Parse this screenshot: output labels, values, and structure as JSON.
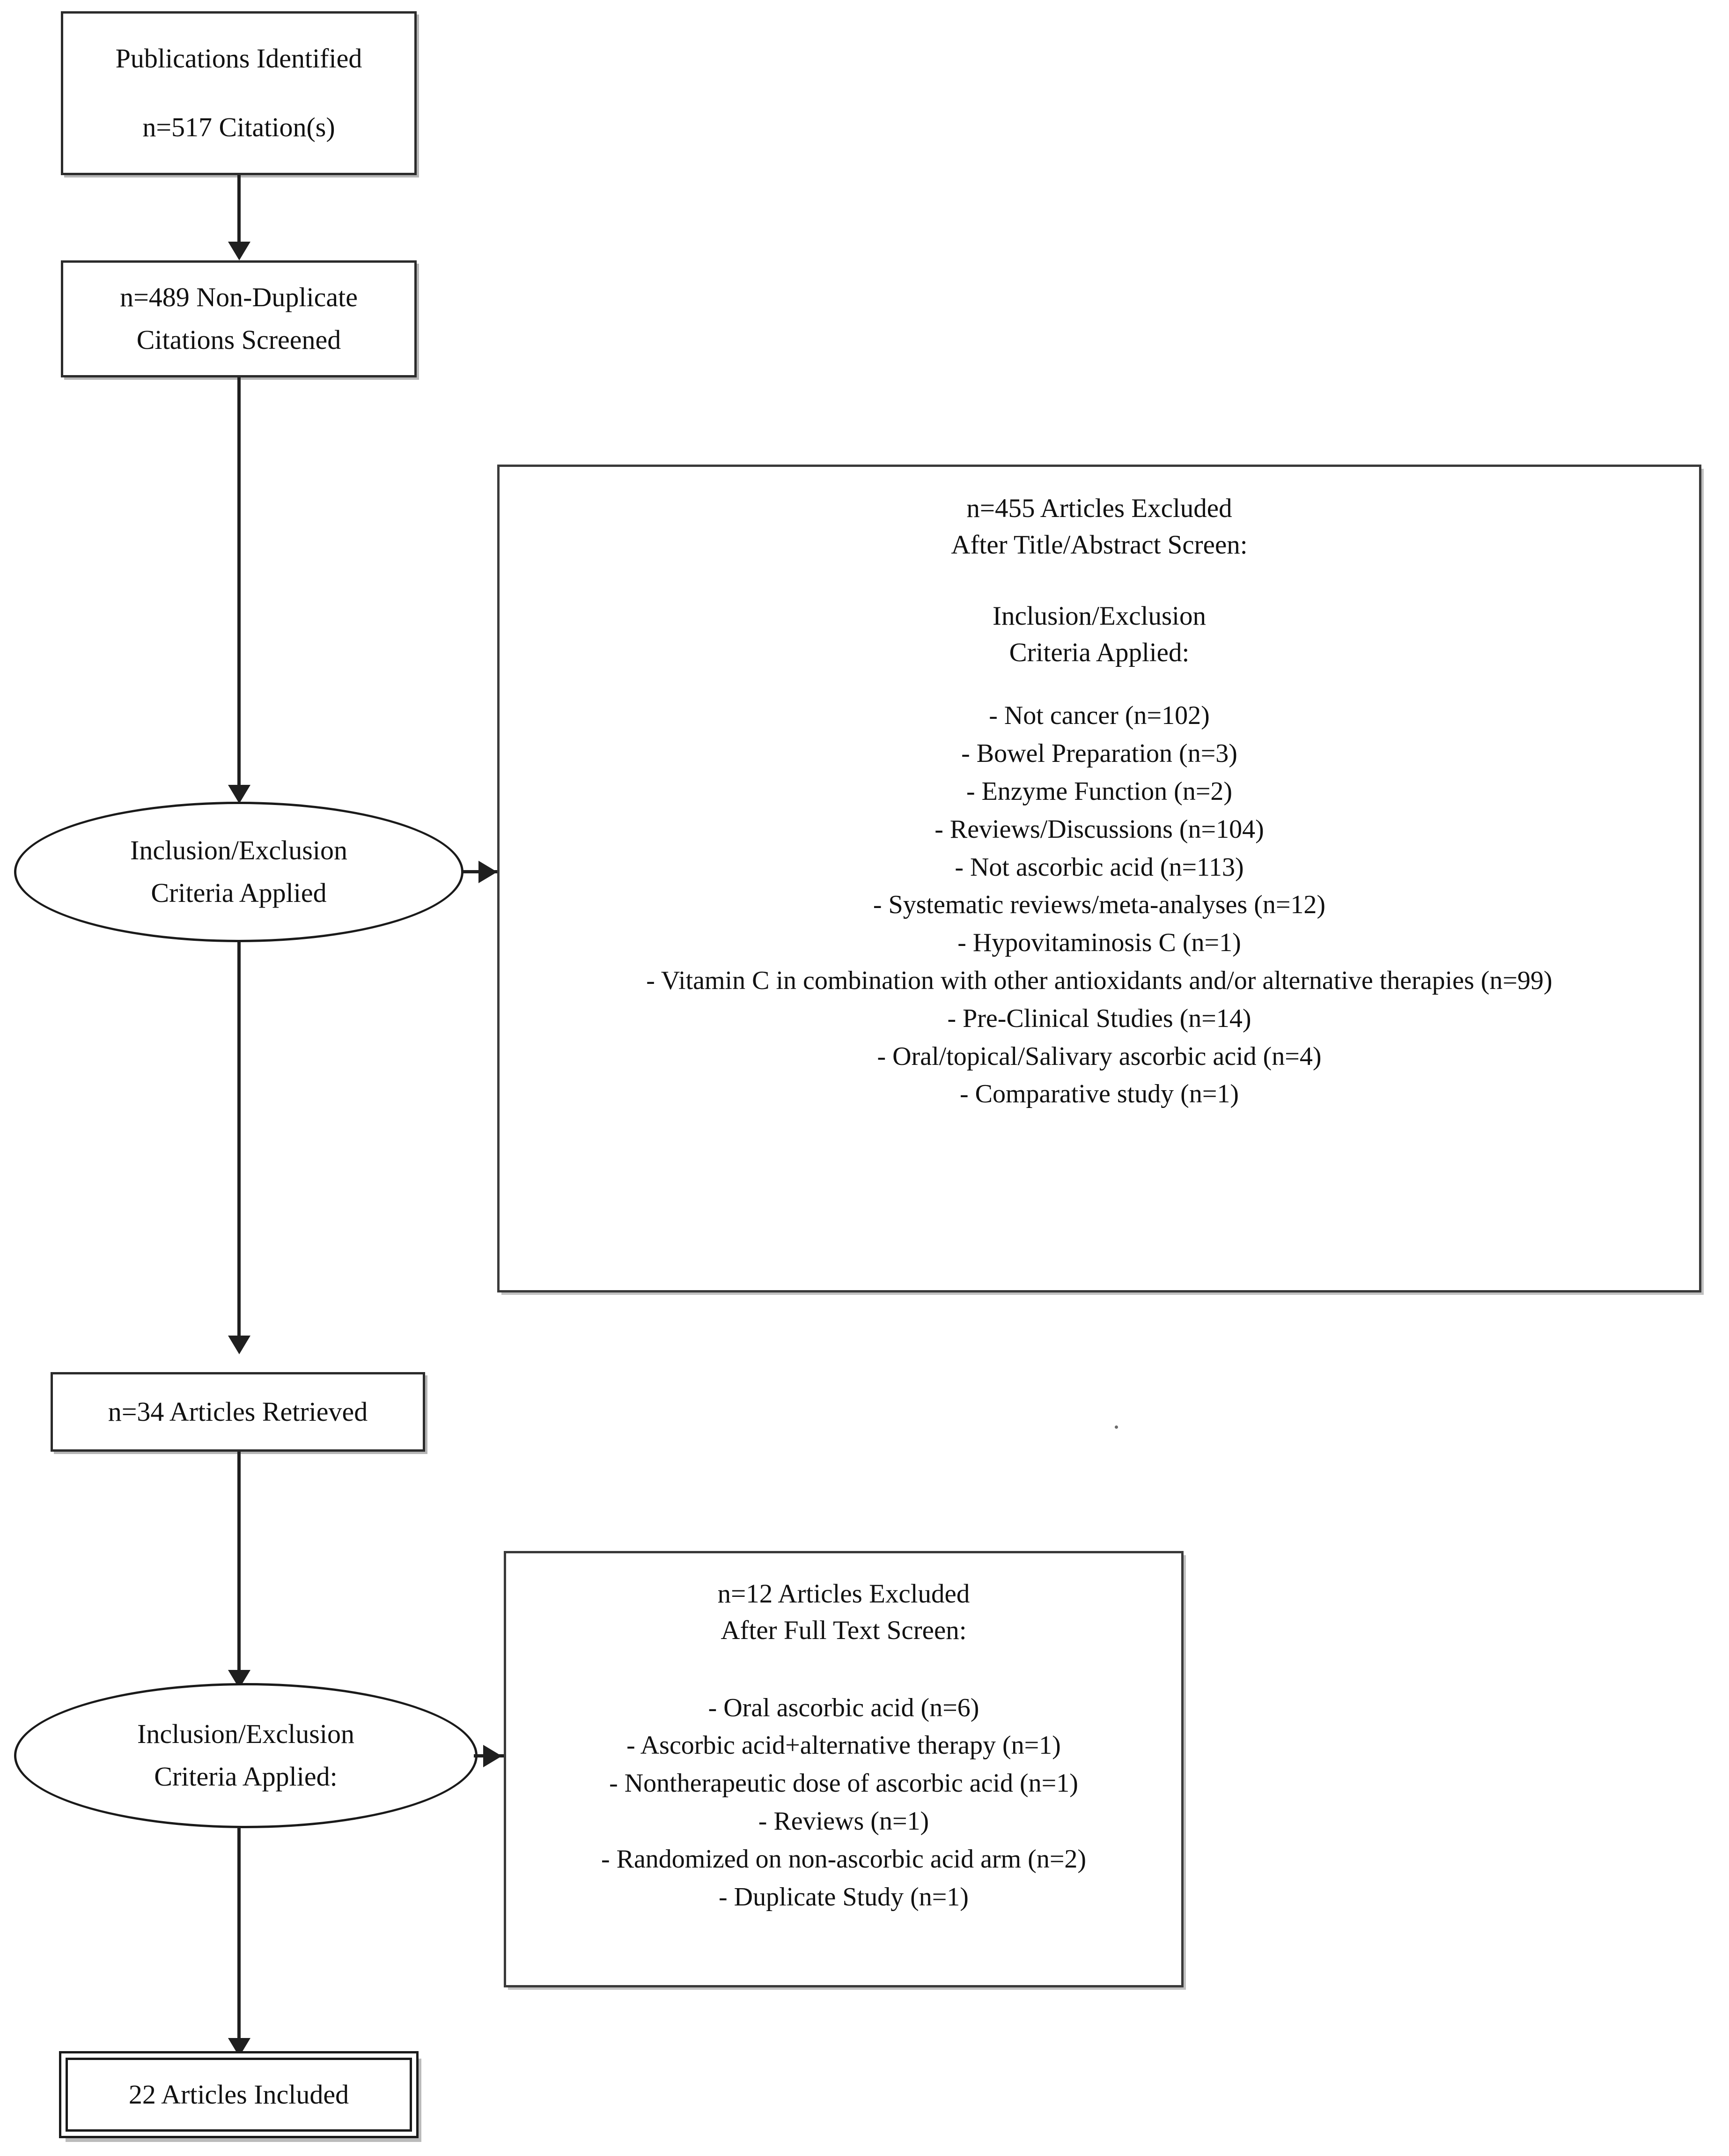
{
  "diagram": {
    "type": "prisma-flowchart",
    "title": "Study selection flow diagram"
  },
  "nodes": {
    "identified": {
      "name": "publications-identified",
      "shape": "rectangle",
      "line1": "Publications Identified",
      "line2": "n=517 Citation(s)"
    },
    "screened": {
      "name": "non-duplicate-citations-screened",
      "shape": "rectangle",
      "line1": "n=489 Non-Duplicate",
      "line2": "Citations Screened"
    },
    "criteria1": {
      "name": "inclusion-exclusion-criteria-1",
      "shape": "ellipse",
      "line1": "Inclusion/Exclusion",
      "line2": "Criteria Applied"
    },
    "retrieved": {
      "name": "articles-retrieved",
      "shape": "rectangle",
      "line1": "n=34 Articles Retrieved"
    },
    "criteria2": {
      "name": "inclusion-exclusion-criteria-2",
      "shape": "ellipse",
      "line1": "Inclusion/Exclusion",
      "line2": "Criteria Applied:"
    },
    "included": {
      "name": "articles-included",
      "shape": "rectangle-double",
      "line1": "22 Articles Included"
    }
  },
  "excluded_title_abstract": {
    "header": {
      "line1": "n=455 Articles Excluded",
      "line2": "After Title/Abstract Screen:",
      "line3": "Inclusion/Exclusion",
      "line4": "Criteria Applied:"
    },
    "items": [
      "- Not cancer (n=102)",
      "- Bowel Preparation (n=3)",
      "- Enzyme Function (n=2)",
      "- Reviews/Discussions (n=104)",
      "- Not ascorbic acid (n=113)",
      "- Systematic reviews/meta-analyses (n=12)",
      "- Hypovitaminosis C (n=1)",
      "- Vitamin C in combination with other antioxidants and/or alternative therapies (n=99)",
      "- Pre-Clinical Studies (n=14)",
      "- Oral/topical/Salivary ascorbic acid (n=4)",
      "- Comparative study (n=1)"
    ]
  },
  "excluded_full_text": {
    "header": {
      "line1": "n=12 Articles Excluded",
      "line2": "After Full Text Screen:"
    },
    "items": [
      "- Oral ascorbic acid (n=6)",
      "- Ascorbic acid+alternative therapy (n=1)",
      "- Nontherapeutic dose of ascorbic acid (n=1)",
      "- Reviews (n=1)",
      "- Randomized on non-ascorbic acid arm (n=2)",
      "- Duplicate Study (n=1)"
    ]
  },
  "colors": {
    "line": "#1f1f1f",
    "border": "#2b2b2b",
    "background": "#ffffff",
    "text": "#111111"
  }
}
